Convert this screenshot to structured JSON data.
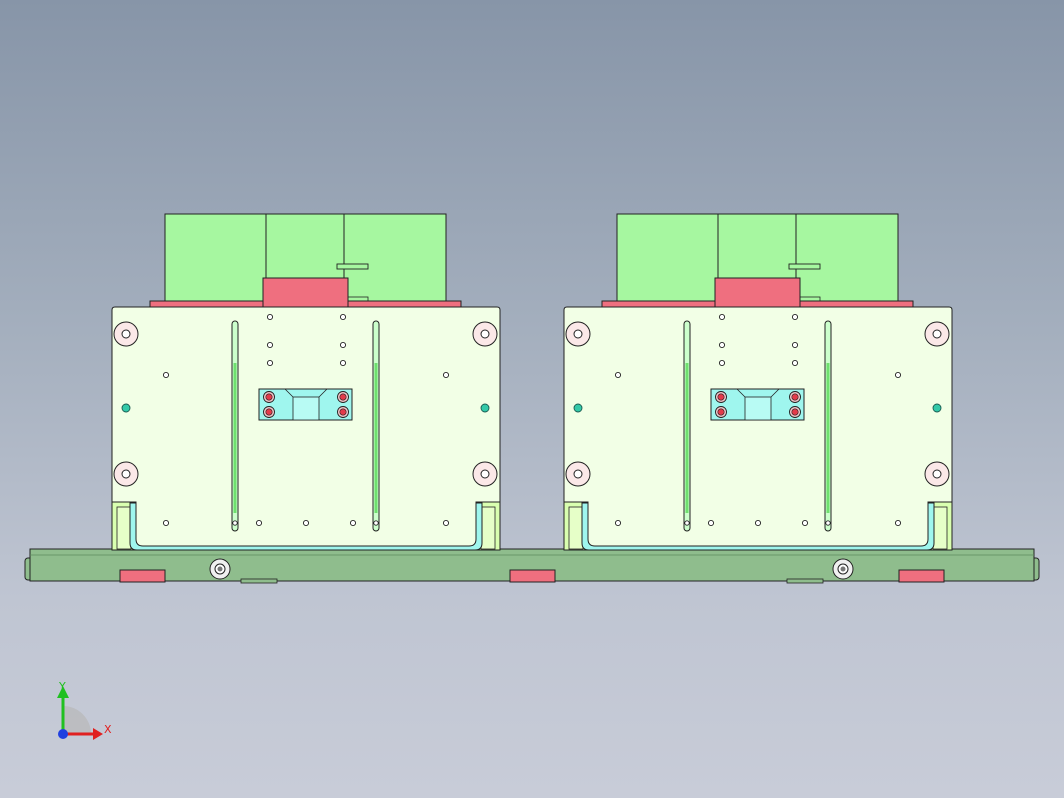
{
  "viewport": {
    "background_top": "#8795a8",
    "background_bottom": "#c8ccd8"
  },
  "colors": {
    "motor": "#a6f7a0",
    "plate": "#f2ffe6",
    "red": "#ef6f7f",
    "base": "#8fbd8d",
    "cyan": "#9ff6ee",
    "green_side": "#d9ffb0",
    "outline": "#1a1a1a"
  },
  "triad": {
    "x_label": "X",
    "y_label": "Y",
    "x_color": "#e02020",
    "y_color": "#20c020",
    "z_color": "#2040e0"
  },
  "model": {
    "assemblies": [
      "left-assembly",
      "right-assembly"
    ]
  }
}
